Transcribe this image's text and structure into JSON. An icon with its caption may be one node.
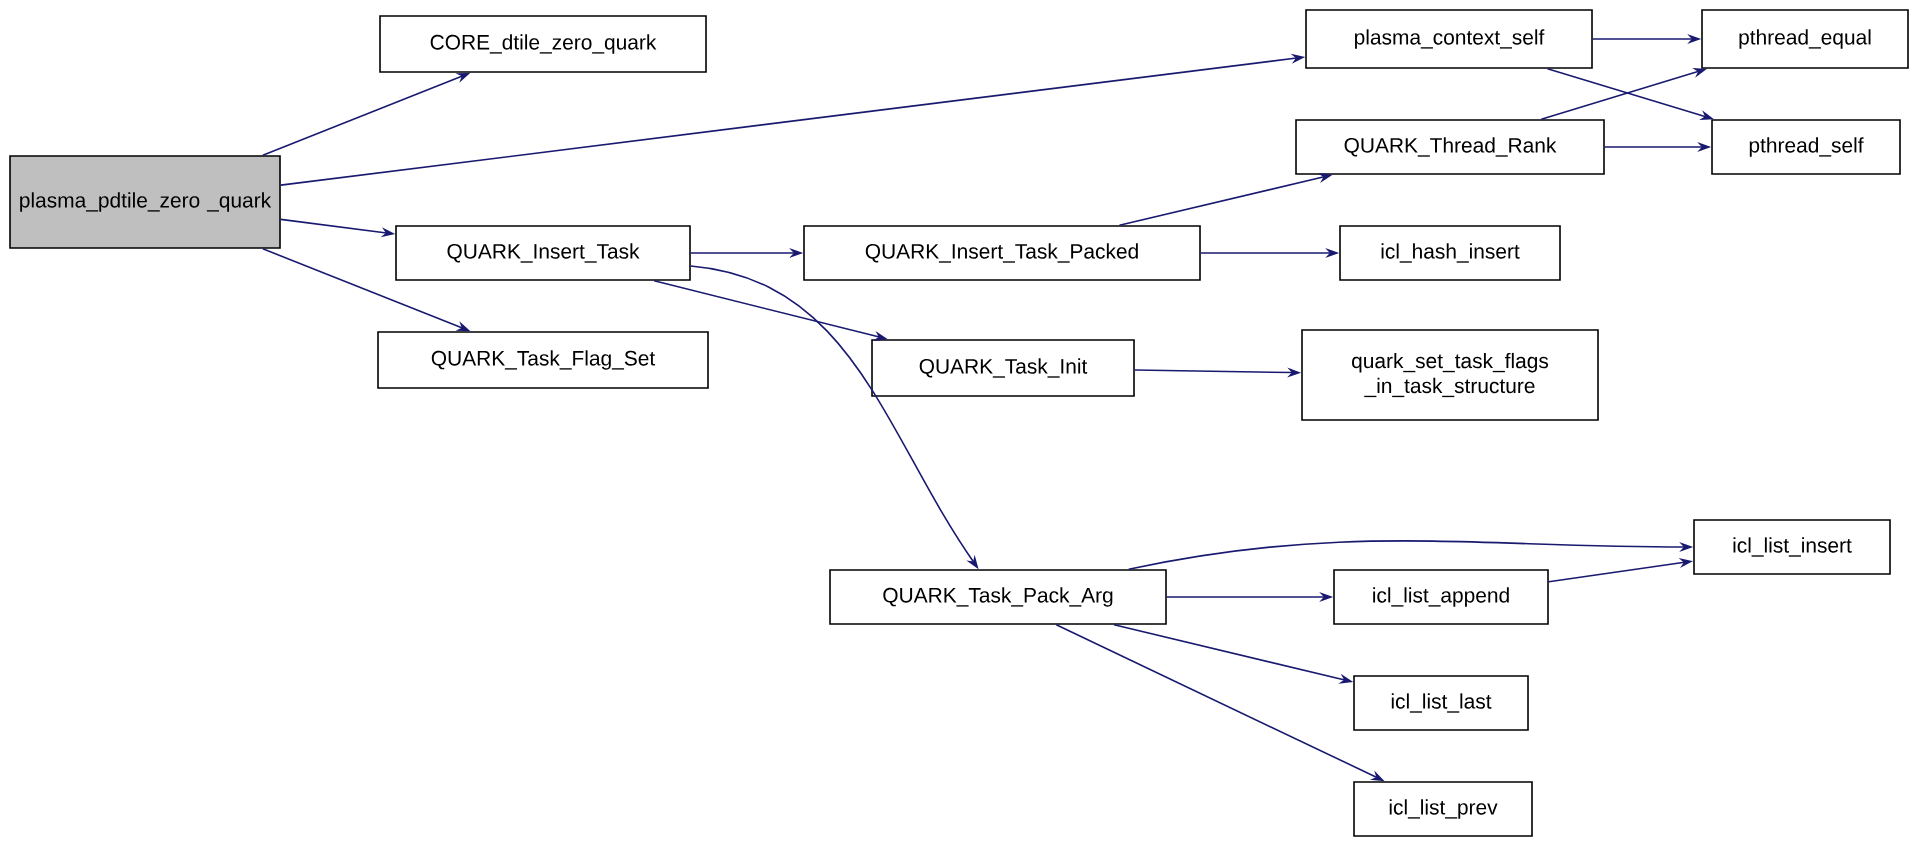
{
  "diagram": {
    "nodes": [
      {
        "text": [
          "plasma_pdtile_zero _quark"
        ]
      },
      {
        "text": [
          "CORE_dtile_zero_quark"
        ]
      },
      {
        "text": [
          "plasma_context_self"
        ]
      },
      {
        "text": [
          "QUARK_Insert_Task"
        ]
      },
      {
        "text": [
          "QUARK_Task_Flag_Set"
        ]
      },
      {
        "text": [
          "QUARK_Insert_Task_Packed"
        ]
      },
      {
        "text": [
          "QUARK_Thread_Rank"
        ]
      },
      {
        "text": [
          "pthread_equal"
        ]
      },
      {
        "text": [
          "pthread_self"
        ]
      },
      {
        "text": [
          "icl_hash_insert"
        ]
      },
      {
        "text": [
          "QUARK_Task_Init"
        ]
      },
      {
        "text": [
          "quark_set_task_flags _in_task_structure"
        ]
      },
      {
        "text": [
          "QUARK_Task_Pack_Arg"
        ]
      },
      {
        "text": [
          "icl_list_insert"
        ]
      },
      {
        "text": [
          "icl_list_append"
        ]
      },
      {
        "text": [
          "icl_list_last"
        ]
      },
      {
        "text": [
          "icl_list_prev"
        ]
      }
    ],
    "edges": [
      {
        "from": 0,
        "to": 1,
        "arrow": "to"
      },
      {
        "from": 0,
        "to": 2,
        "arrow": "to"
      },
      {
        "from": 0,
        "to": 3,
        "arrow": "to"
      },
      {
        "from": 0,
        "to": 4,
        "arrow": "to"
      },
      {
        "from": 2,
        "to": 7,
        "arrow": "to"
      },
      {
        "from": 2,
        "to": 8,
        "arrow": "to"
      },
      {
        "from": 3,
        "to": 5,
        "arrow": "to"
      },
      {
        "from": 3,
        "to": 10,
        "arrow": "to"
      },
      {
        "from": 3,
        "to": 12,
        "arrow": "to"
      },
      {
        "from": 5,
        "to": 6,
        "arrow": "to"
      },
      {
        "from": 5,
        "to": 9,
        "arrow": "to"
      },
      {
        "from": 6,
        "to": 7,
        "arrow": "to"
      },
      {
        "from": 6,
        "to": 8,
        "arrow": "to"
      },
      {
        "from": 10,
        "to": 11,
        "arrow": "to"
      },
      {
        "from": 12,
        "to": 13,
        "arrow": "to"
      },
      {
        "from": 12,
        "to": 14,
        "arrow": "to"
      },
      {
        "from": 14,
        "to": 13,
        "arrow": "to"
      },
      {
        "from": 12,
        "to": 15,
        "arrow": "to"
      },
      {
        "from": 12,
        "to": 16,
        "arrow": "to"
      }
    ]
  }
}
